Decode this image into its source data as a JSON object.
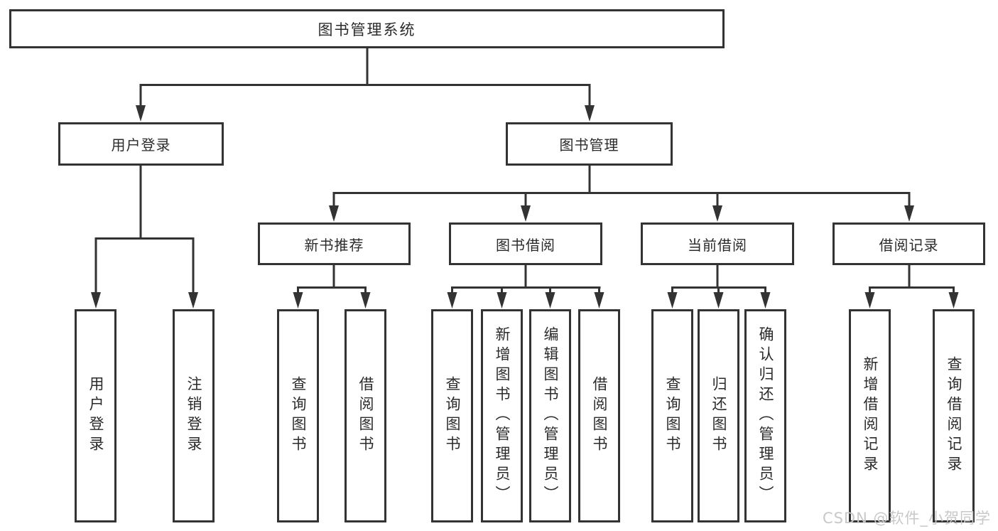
{
  "root": {
    "label": "图书管理系统"
  },
  "branches": {
    "user_login": {
      "label": "用户登录",
      "children": [
        {
          "label": "用户登录"
        },
        {
          "label": "注销登录"
        }
      ]
    },
    "book_mgmt": {
      "label": "图书管理",
      "sections": [
        {
          "label": "新书推荐",
          "children": [
            {
              "label": "查询图书"
            },
            {
              "label": "借阅图书"
            }
          ]
        },
        {
          "label": "图书借阅",
          "children": [
            {
              "label": "查询图书"
            },
            {
              "label": "新增图书（管理员）"
            },
            {
              "label": "编辑图书（管理员）"
            },
            {
              "label": "借阅图书"
            }
          ]
        },
        {
          "label": "当前借阅",
          "children": [
            {
              "label": "查询图书"
            },
            {
              "label": "归还图书"
            },
            {
              "label": "确认归还（管理员）"
            }
          ]
        },
        {
          "label": "借阅记录",
          "children": [
            {
              "label": "新增借阅记录"
            },
            {
              "label": "查询借阅记录"
            }
          ]
        }
      ]
    }
  },
  "watermark": {
    "text": "CSDN @软件_小贺同学"
  },
  "colors": {
    "line": "#333333",
    "text": "#2b2b2b",
    "background": "#ffffff",
    "watermark": "#c8c8c8"
  }
}
